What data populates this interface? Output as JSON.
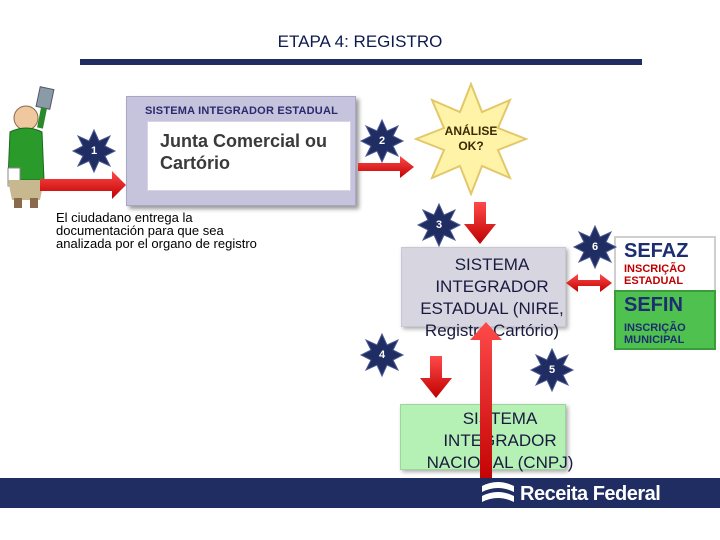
{
  "title": "ETAPA 4: REGISTRO",
  "caption": "El ciudadano entrega la documentación para que sea analizada por el organo de registro",
  "panel": {
    "header": "SISTEMA INTEGRADOR ESTADUAL",
    "title": "Junta Comercial ou Cartório"
  },
  "analise": "ANÁLISE OK?",
  "steps": [
    "1",
    "2",
    "3",
    "4",
    "5",
    "6"
  ],
  "sistema_estadual": "SISTEMA INTEGRADOR ESTADUAL (NIRE, Registro Cartório)",
  "sistema_nacional": "SISTEMA INTEGRADOR NACIONAL (CNPJ)",
  "sefaz": {
    "title": "SEFAZ",
    "subtitle": "INSCRIÇÃO ESTADUAL"
  },
  "sefin": {
    "title": "SEFIN",
    "subtitle": "INSCRIÇÃO MUNICIPAL"
  },
  "footer": {
    "brand": "Receita Federal"
  },
  "colors": {
    "arrow_red": "#e31d1d",
    "star_navy": "#1f2d63",
    "panel_lavender": "#c6c3dc",
    "nacional_green": "#b5f0b5",
    "sefin_green": "#4fc14f",
    "analise_yellow": "#fff3a8"
  }
}
